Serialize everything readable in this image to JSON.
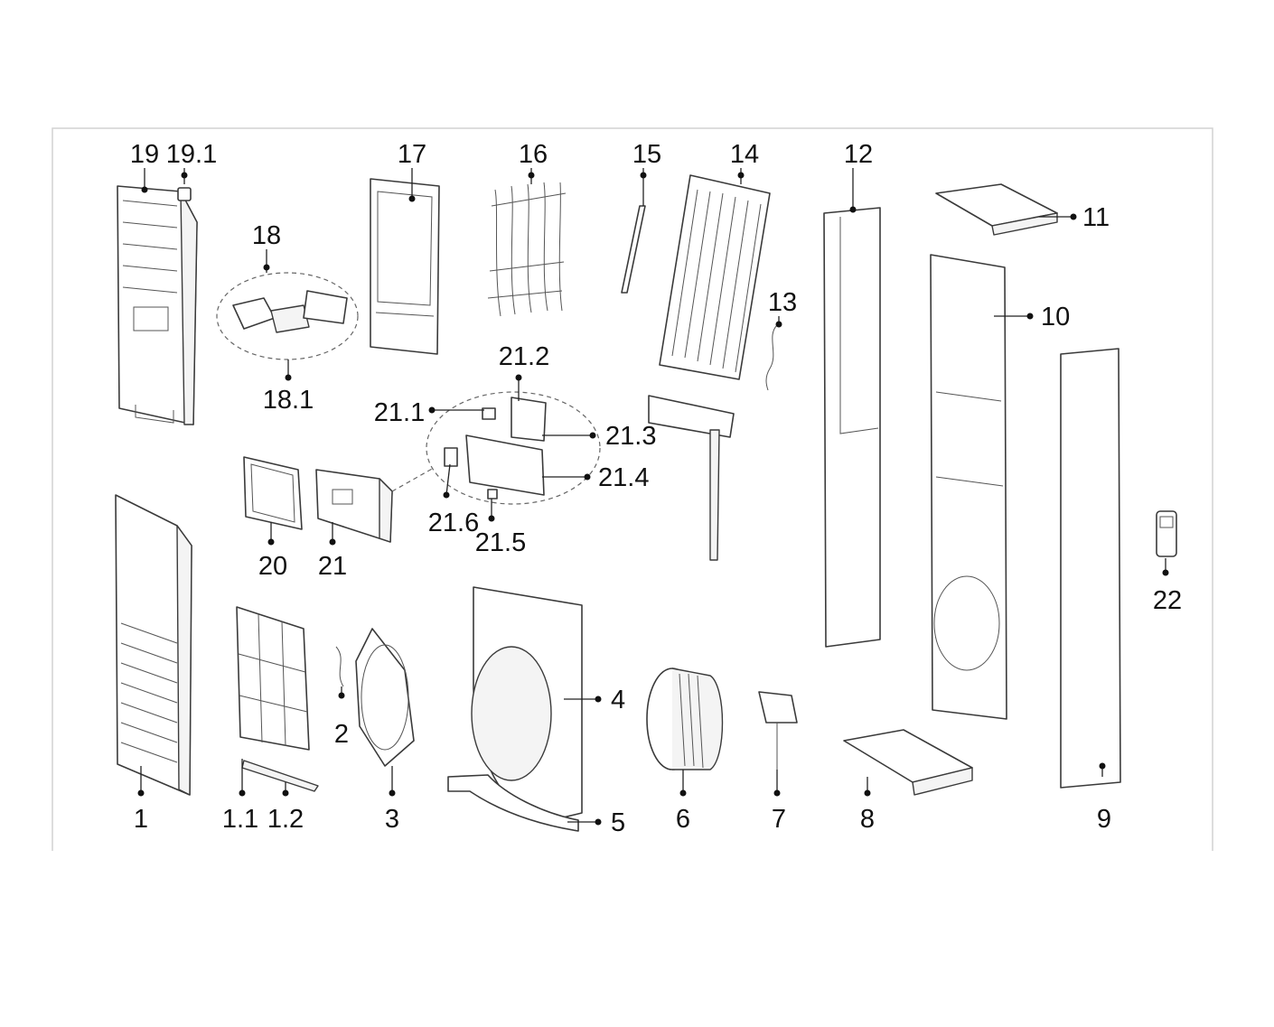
{
  "diagram": {
    "callouts": {
      "p1": "1",
      "p1_1": "1.1",
      "p1_2": "1.2",
      "p2": "2",
      "p3": "3",
      "p4": "4",
      "p5": "5",
      "p6": "6",
      "p7": "7",
      "p8": "8",
      "p9": "9",
      "p10": "10",
      "p11": "11",
      "p12": "12",
      "p13": "13",
      "p14": "14",
      "p15": "15",
      "p16": "16",
      "p17": "17",
      "p18": "18",
      "p18_1": "18.1",
      "p19": "19",
      "p19_1": "19.1",
      "p20": "20",
      "p21": "21",
      "p21_1": "21.1",
      "p21_2": "21.2",
      "p21_3": "21.3",
      "p21_4": "21.4",
      "p21_5": "21.5",
      "p21_6": "21.6",
      "p22": "22"
    }
  }
}
